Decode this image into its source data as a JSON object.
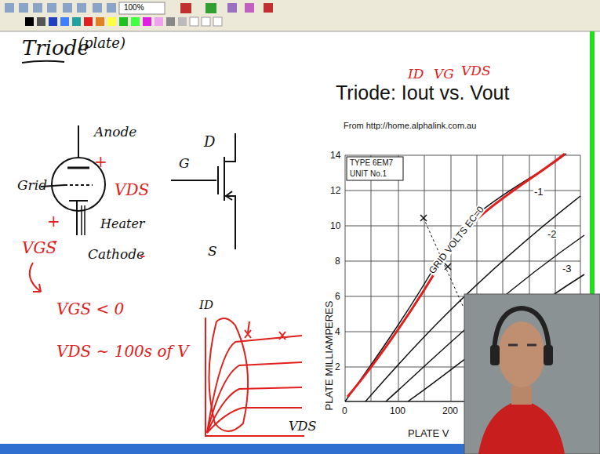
{
  "diagram": {
    "title": "Triode: Iout vs. Vout",
    "labels": [
      "100%",
      "Triode",
      "(plate)",
      "Anode",
      "+",
      "Grid",
      "VDS",
      "+",
      "Heater",
      "VGS",
      "-",
      "Cathode",
      "-",
      "VGS < 0",
      "VDS ~ 100s of V",
      "D",
      "G",
      "S",
      "ID",
      "VDS",
      "ID",
      "VG",
      "VDS",
      "From http://home.alphalink.com.au",
      "TYPE 6EM7",
      "UNIT No.1",
      "PLATE MILLIAMPERES",
      "GRID VOLTS EC=0",
      "-1",
      "-2",
      "-3",
      "14",
      "12",
      "10",
      "8",
      "6",
      "4",
      "2",
      "0",
      "100",
      "200",
      "PLATE V"
    ]
  }
}
